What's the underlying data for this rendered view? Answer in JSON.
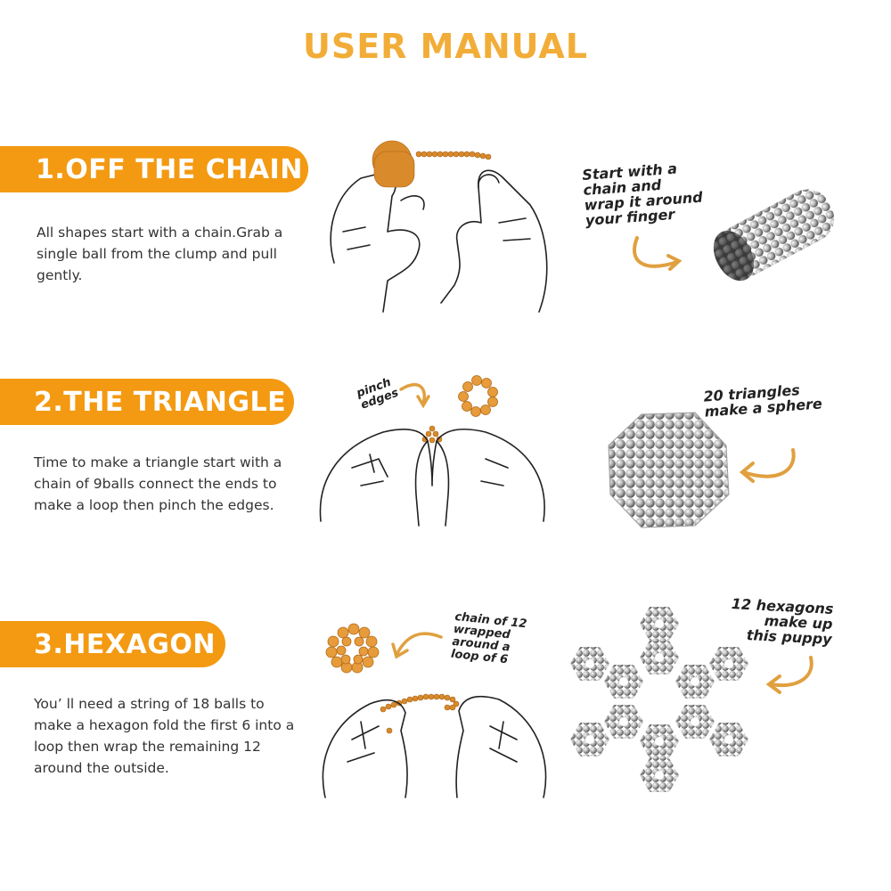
{
  "page": {
    "title": "USER MANUAL"
  },
  "colors": {
    "accent": "#f39a12",
    "title": "#f2ad38",
    "bead_orange": "#d98a2a",
    "bead_silver": "#b8b8b8"
  },
  "steps": [
    {
      "heading": "1.OFF THE CHAIN",
      "description": "All shapes start with a chain.Grab a single ball from the clump and pull gently.",
      "note": "Start with a chain and wrap it around your finger",
      "note_lines": [
        "Start with a",
        "chain and",
        "wrap it around",
        "your finger"
      ],
      "illustration": "hands-pulling-chain-icon",
      "photo": "bead-cylinder-icon"
    },
    {
      "heading": "2.THE TRIANGLE",
      "description": "Time to make a triangle start with a chain of 9balls connect the ends to make a loop then pinch the edges.",
      "small_note_lines": [
        "pinch",
        "edges"
      ],
      "note_lines": [
        "20 triangles",
        "make a sphere"
      ],
      "illustration": "hands-pinching-triangle-icon",
      "photo": "bead-sphere-icon"
    },
    {
      "heading": "3.HEXAGON",
      "description": "You’ ll need a string of 18 balls to make a hexagon fold the first 6 into a loop then wrap the remaining 12 around the outside.",
      "small_note_lines": [
        "chain of 12",
        "wrapped",
        "around a",
        "loop of 6"
      ],
      "note_lines": [
        "12 hexagons",
        "make up",
        "this puppy"
      ],
      "illustration": "hands-wrapping-hexagon-icon",
      "photo": "bead-hexagon-star-icon"
    }
  ]
}
